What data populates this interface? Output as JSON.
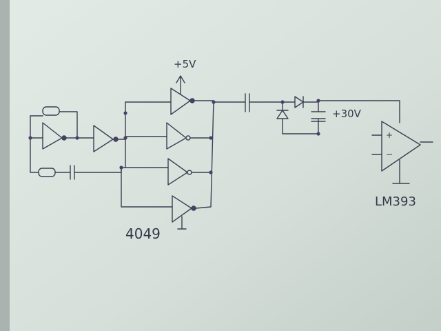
{
  "labels": {
    "supply_5v": "+5V",
    "supply_30v": "+30V",
    "inverter_ic": "4049",
    "comparator_ic": "LM393",
    "plus_sign": "+",
    "minus_sign": "−"
  },
  "colors": {
    "paper": "#d7e0da",
    "ink": "#3c3f52",
    "junction": "#4a3f6b"
  }
}
